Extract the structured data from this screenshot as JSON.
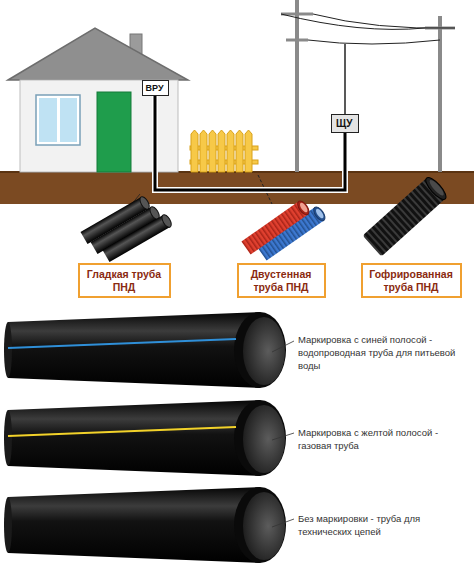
{
  "diagram": {
    "nodes": [
      {
        "text": [
          "ВРУ"
        ]
      },
      {
        "text": [
          "ЩУ"
        ]
      },
      {
        "text": [
          "Гладкая труба ПНД"
        ]
      },
      {
        "text": [
          "Двустенная труба ПНД"
        ]
      },
      {
        "text": [
          "Гофрированная труба ПНД"
        ]
      }
    ],
    "edges": [
      {
        "from": 0,
        "to": 1,
        "arrow": "none"
      }
    ],
    "labels": [
      "Маркировка с синей полосой - водопроводная труба для питьевой воды",
      "Маркировка с желтой полосой - газовая труба",
      "Без маркировки - труба для технических цепей"
    ]
  }
}
